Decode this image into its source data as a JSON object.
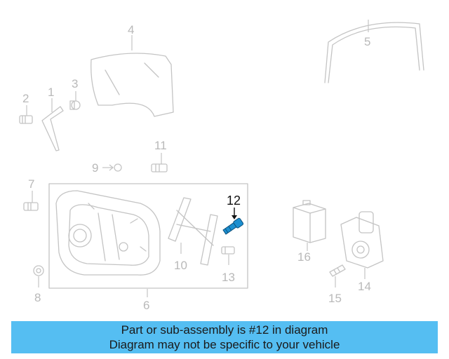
{
  "diagram": {
    "callouts": {
      "c1": "1",
      "c2": "2",
      "c3": "3",
      "c4": "4",
      "c5": "5",
      "c6": "6",
      "c7": "7",
      "c8": "8",
      "c9": "9",
      "c10": "10",
      "c11": "11",
      "c12": "12",
      "c13": "13",
      "c14": "14",
      "c15": "15",
      "c16": "16"
    },
    "highlighted_part": "12",
    "highlight_color": "#1c8fd0",
    "line_color": "#c4c4c4"
  },
  "banner": {
    "line1": "Part or sub-assembly is #12 in diagram",
    "line2": "Diagram may not be specific to your vehicle",
    "background": "#55bef2"
  }
}
